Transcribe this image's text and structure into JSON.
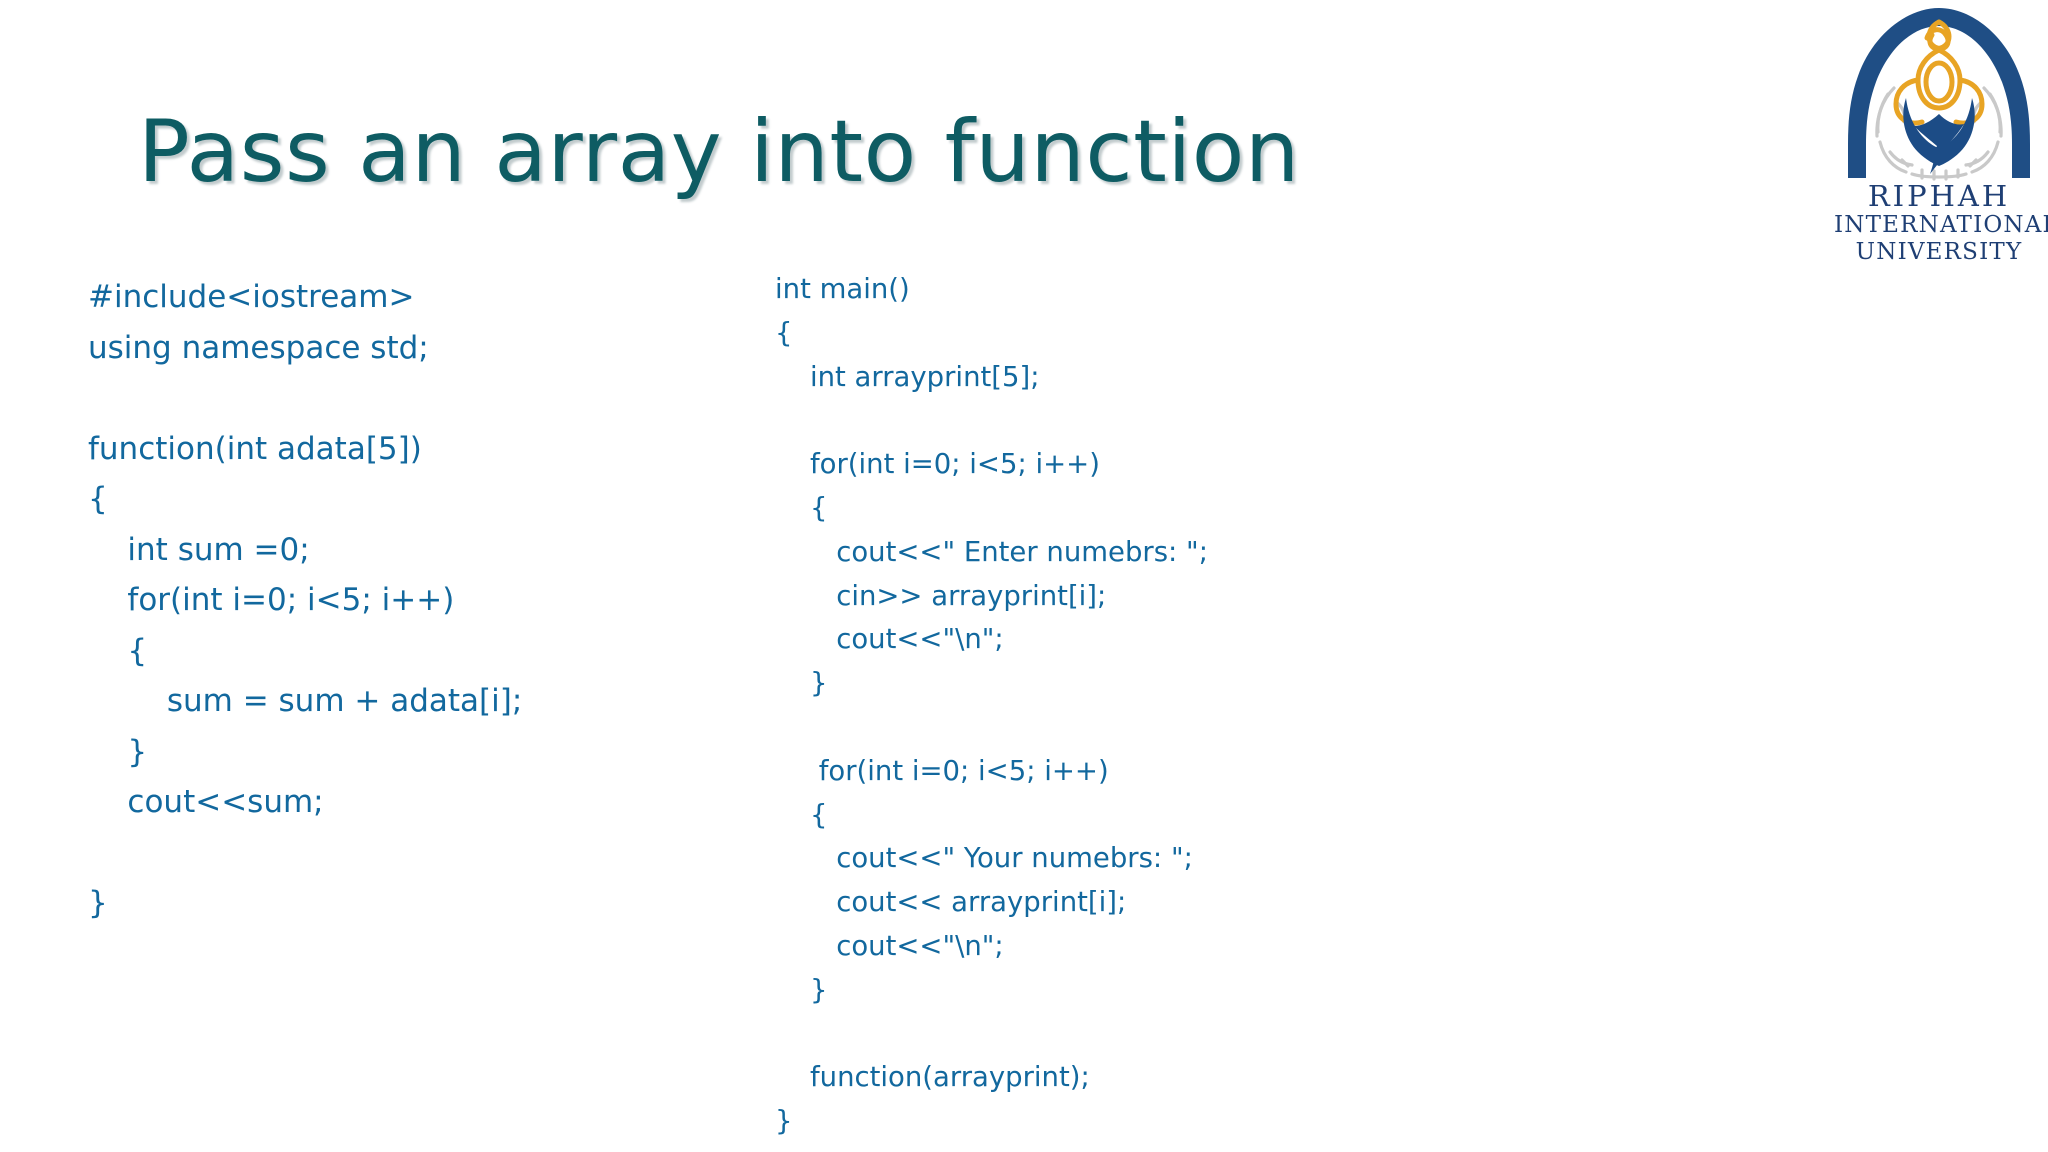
{
  "slide": {
    "title": "Pass an array into function",
    "title_color": "#0E5C63",
    "code_color": "#12689E",
    "background_color": "#FFFFFF"
  },
  "code_left": {
    "lines": [
      "#include<iostream>",
      "using namespace std;",
      "",
      "function(int adata[5])",
      "{",
      "    int sum =0;",
      "    for(int i=0; i<5; i++)",
      "    {",
      "        sum = sum + adata[i];",
      "    }",
      "    cout<<sum;",
      "",
      "}"
    ]
  },
  "code_right": {
    "lines": [
      "int main()",
      "{",
      "    int arrayprint[5];",
      "",
      "    for(int i=0; i<5; i++)",
      "    {",
      "       cout<<\" Enter numebrs: \";",
      "       cin>> arrayprint[i];",
      "       cout<<\"\\n\";",
      "    }",
      "",
      "     for(int i=0; i<5; i++)",
      "    {",
      "       cout<<\" Your numebrs: \";",
      "       cout<< arrayprint[i];",
      "       cout<<\"\\n\";",
      "    }",
      "",
      "    function(arrayprint);",
      "}"
    ]
  },
  "logo": {
    "line1": "RIPHAH",
    "line2": "INTERNATIONAL",
    "line3": "UNIVERSITY",
    "arch_color": "#1F4E85",
    "gold_color": "#E8A424",
    "bird_color": "#1C4C86",
    "calligraphy_color": "#C9C9C9",
    "text_color": "#1F3F74"
  }
}
